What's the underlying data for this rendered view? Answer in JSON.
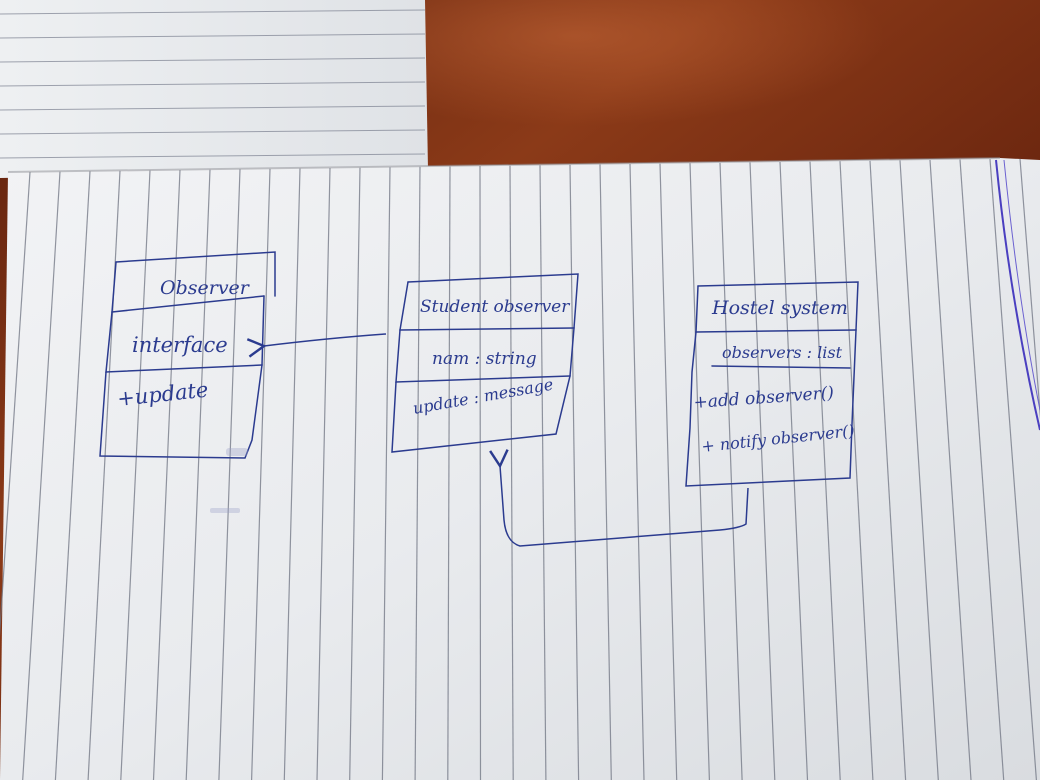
{
  "diagram": {
    "observer": {
      "name": "Observer",
      "rows": [
        "interface",
        "+update"
      ]
    },
    "student_observer": {
      "name": "Student observer",
      "rows": [
        "nam : string",
        "update : message"
      ]
    },
    "hostel_system": {
      "name": "Hostel system",
      "rows": [
        "observers : list",
        "+add observer()",
        "+ notify observer()"
      ]
    }
  },
  "colors": {
    "ink": "#2b3b8f",
    "paper": "#eceef0",
    "paper_lines": "#6f7482",
    "desk_wood": "#7a2e12",
    "margin_line": "#4a3fc0"
  }
}
